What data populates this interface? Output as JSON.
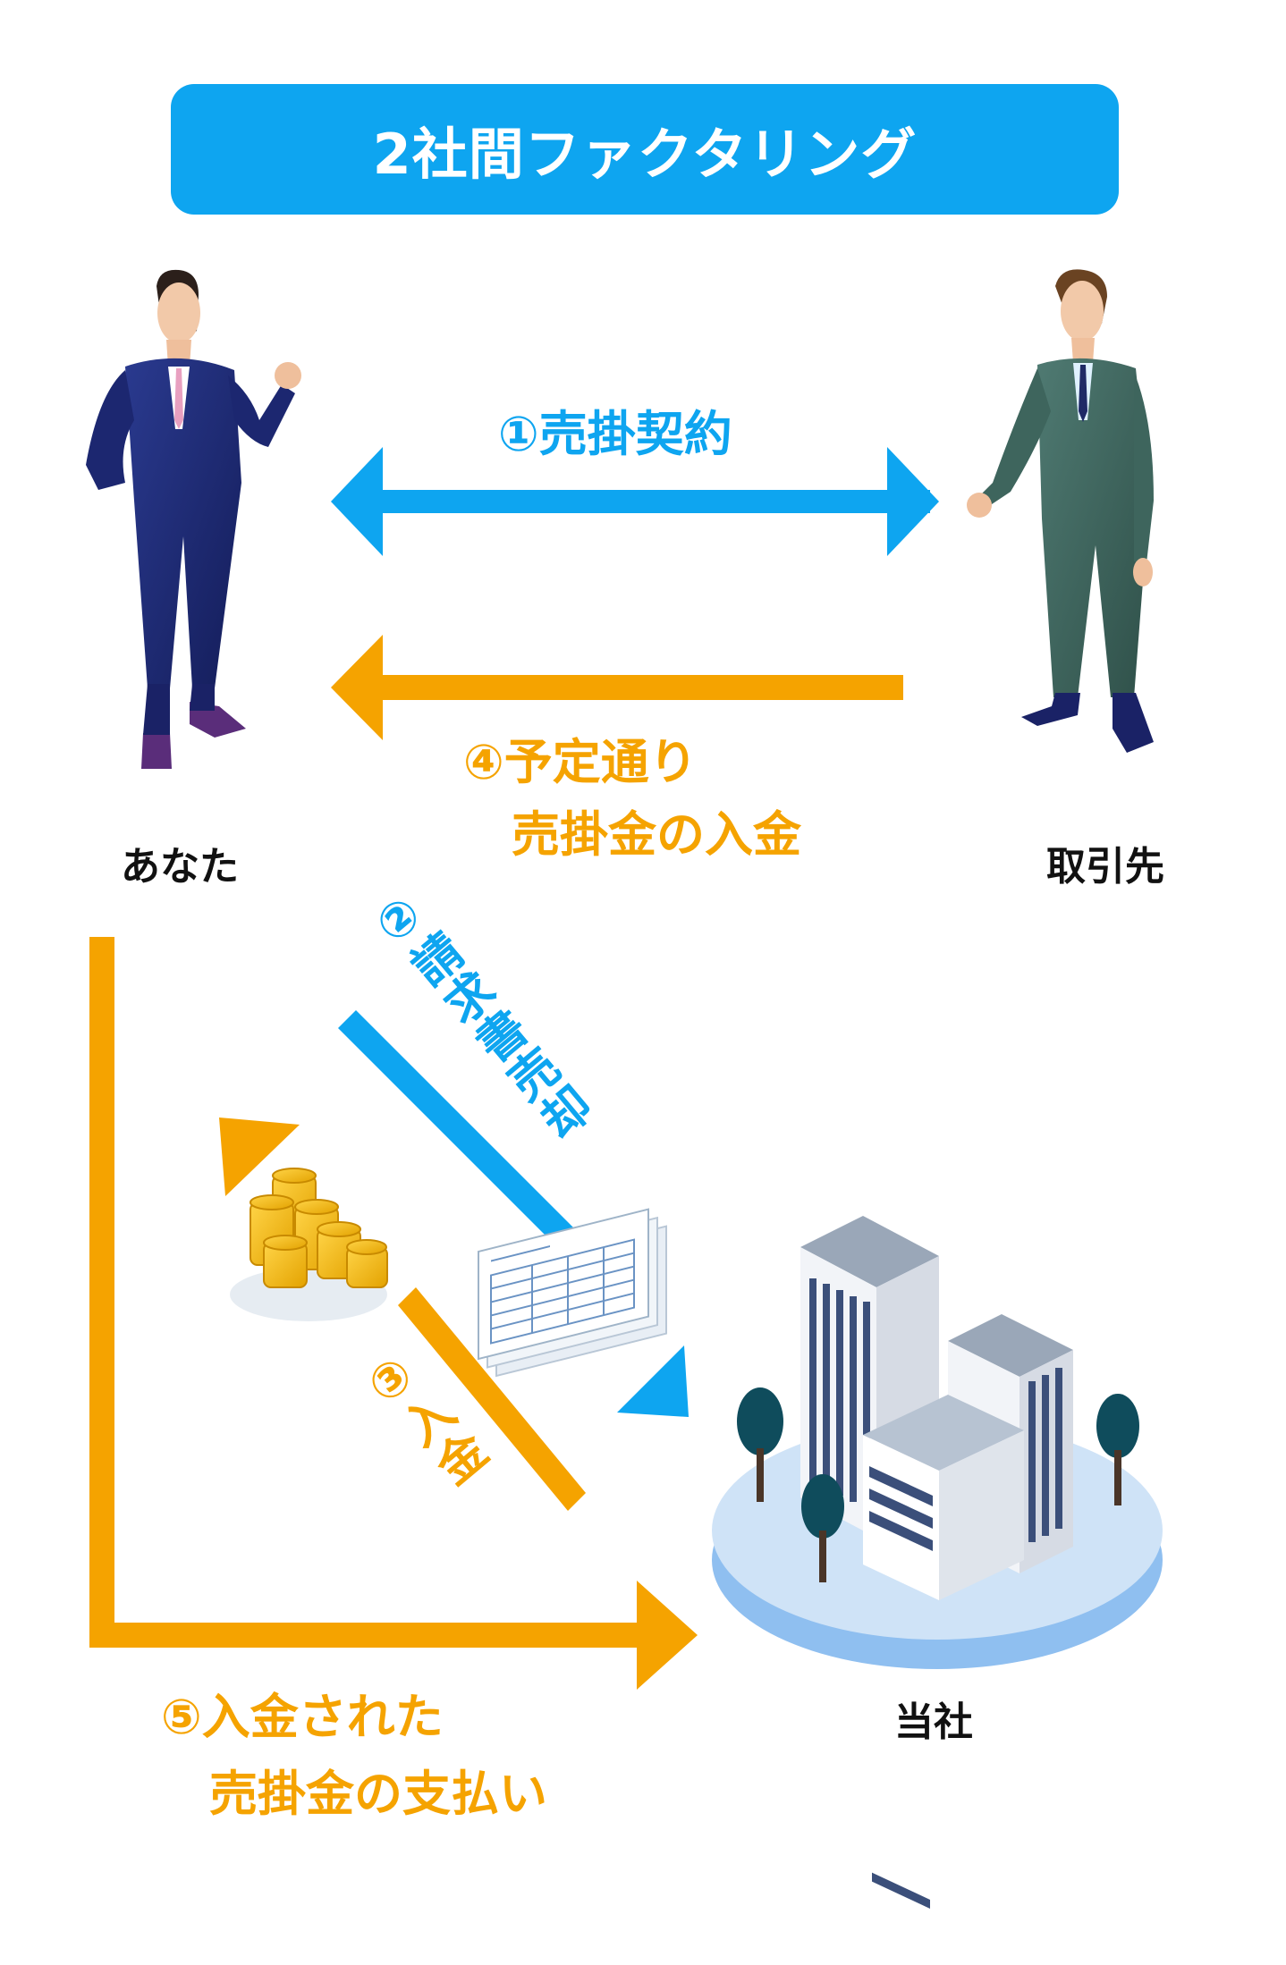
{
  "title": "2社間ファクタリング",
  "parties": {
    "you": "あなた",
    "client": "取引先",
    "company": "当社"
  },
  "steps": {
    "step1": "①売掛契約",
    "step2": "②請求書売却",
    "step3": "③入金",
    "step4_line1": "④予定通り",
    "step4_line2": "売掛金の入金",
    "step5_line1": "⑤入金された",
    "step5_line2": "売掛金の支払い"
  },
  "colors": {
    "accent_blue": "#0ea5f0",
    "accent_orange": "#f5a300"
  },
  "icons": [
    "businessman-navy-icon",
    "businessman-green-icon",
    "coins-icon",
    "invoice-documents-icon",
    "office-buildings-icon"
  ]
}
